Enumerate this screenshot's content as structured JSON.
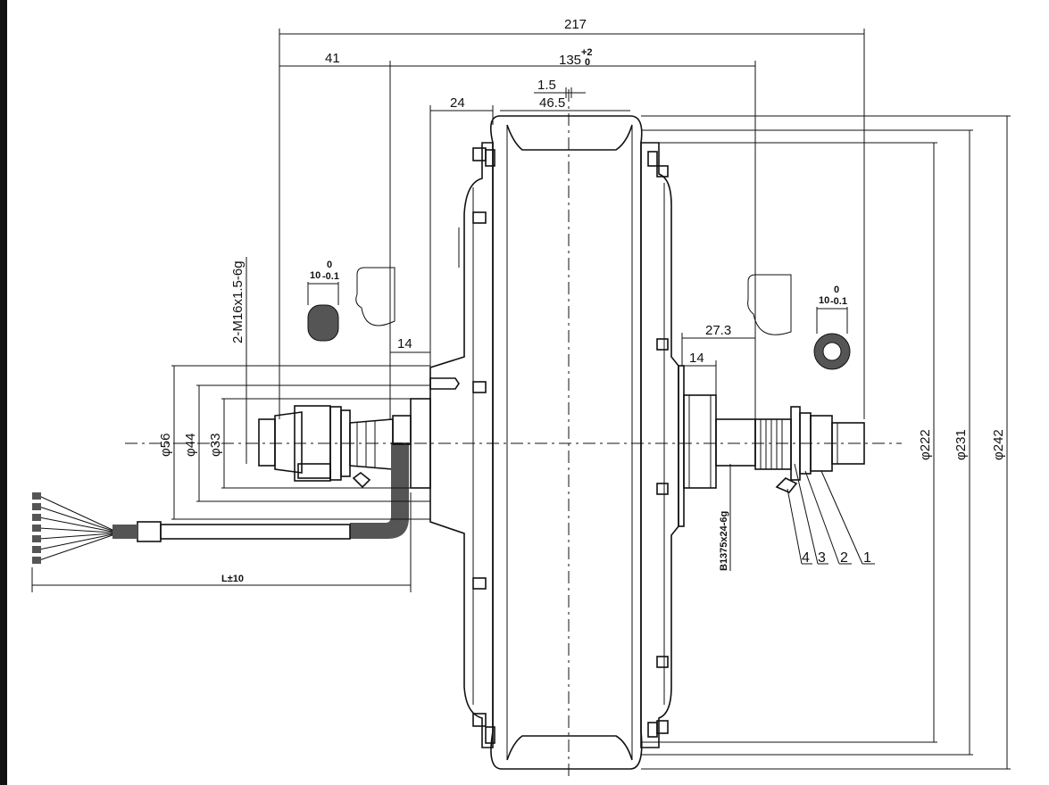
{
  "dimensions": {
    "overall_width": "217",
    "left_offset": "41",
    "axle_span": "135",
    "axle_span_tol_upper": "+2",
    "axle_span_tol_lower": "0",
    "rim_step": "1.5",
    "rim_width": "46.5",
    "flange_width": "24",
    "left_shoulder": "14",
    "right_offset": "27.3",
    "right_shoulder": "14",
    "flat_left": "10",
    "flat_left_tol_upper": "0",
    "flat_left_tol_lower": "-0.1",
    "flat_right": "10",
    "flat_right_tol_upper": "0",
    "flat_right_tol_lower": "-0.1",
    "dia_56": "φ56",
    "dia_44": "φ44",
    "dia_33": "φ33",
    "dia_222": "φ222",
    "dia_231": "φ231",
    "dia_242": "φ242",
    "thread_left": "2-M16x1.5-6g",
    "thread_right": "B1375x24-6g",
    "cable_length": "L±10"
  },
  "part_labels": [
    "4",
    "3",
    "2",
    "1"
  ],
  "colors": {
    "line": "#111111",
    "background": "#ffffff"
  }
}
